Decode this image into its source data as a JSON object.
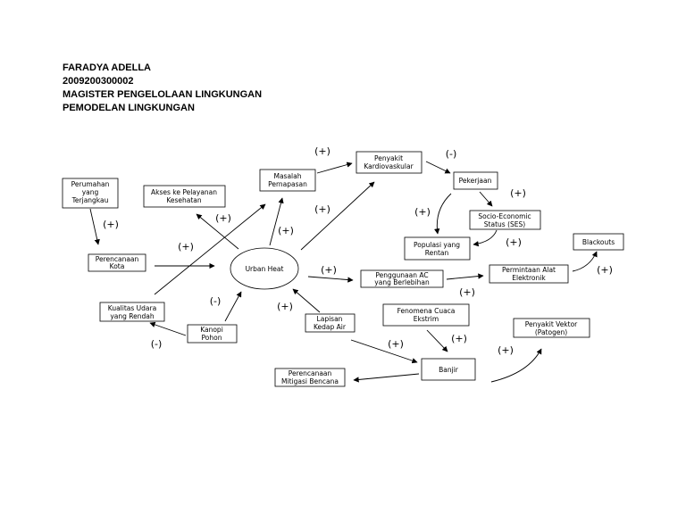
{
  "header": {
    "name": "FARADYA ADELLA",
    "id": "2009200300002",
    "program": "MAGISTER PENGELOLAAN LINGKUNGAN",
    "course": "PEMODELAN LINGKUNGAN"
  },
  "nodes": {
    "urban_heat": [
      "Urban Heat"
    ],
    "perumahan": [
      "Perumahan",
      "yang",
      "Terjangkau"
    ],
    "akses": [
      "Akses ke Pelayanan",
      "Kesehatan"
    ],
    "masalah": [
      "Masalah",
      "Pernapasan"
    ],
    "kardio": [
      "Penyakit",
      "Kardiovaskular"
    ],
    "pekerjaan": [
      "Pekerjaan"
    ],
    "ses": [
      "Socio-Economic",
      "Status (SES)"
    ],
    "populasi": [
      "Populasi yang",
      "Rentan"
    ],
    "blackouts": [
      "Blackouts"
    ],
    "perencanaan_kota": [
      "Perencanaan",
      "Kota"
    ],
    "penggunaan_ac": [
      "Penggunaan AC",
      "yang Berlebihan"
    ],
    "permintaan": [
      "Permintaan Alat",
      "Elektronik"
    ],
    "kualitas": [
      "Kualitas Udara",
      "yang Rendah"
    ],
    "kanopi": [
      "Kanopi",
      "Pohon"
    ],
    "lapisan": [
      "Lapisan",
      "Kedap Air"
    ],
    "fenomena": [
      "Fenomena Cuaca",
      "Ekstrim"
    ],
    "vektor": [
      "Penyakit Vektor",
      "(Patogen)"
    ],
    "banjir": [
      "Banjir"
    ],
    "mitigasi": [
      "Perencanaan",
      "Mitigasi Bencana"
    ]
  },
  "signs": {
    "masalah_kardio": "(+)",
    "kardio_pekerjaan": "(-)",
    "pekerjaan_ses": "(+)",
    "kardio_populasi": "(+)",
    "ses_populasi": "(+)",
    "uh_kardio": "(+)",
    "perumahan_kota": "(+)",
    "uh_akses": "(+)",
    "uh_masalah": "(+)",
    "kota_uh": "(+)",
    "uh_ac": "(+)",
    "ac_permintaan": "(+)",
    "permintaan_blackouts": "(+)",
    "kanopi_uh": "(-)",
    "kanopi_kualitas": "(-)",
    "lapisan_uh": "(+)",
    "lapisan_banjir": "(+)",
    "fenomena_banjir": "(+)",
    "banjir_vektor": "(+)"
  }
}
